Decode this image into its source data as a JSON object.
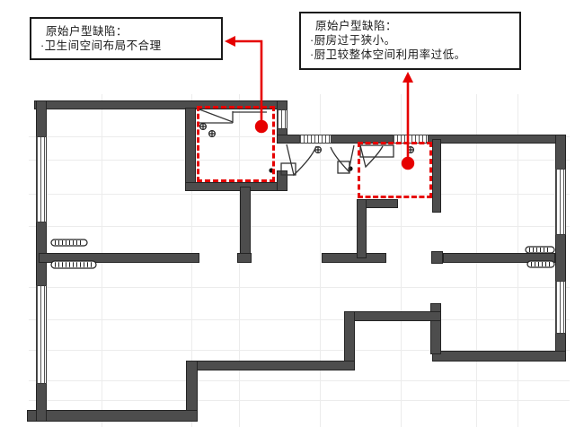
{
  "callouts": {
    "bathroom": {
      "title": "原始户型缺陷：",
      "item1": "·卫生间空间布局不合理"
    },
    "kitchen": {
      "title": "原始户型缺陷：",
      "item1": "·厨房过于狭小。",
      "item2": "·厨卫较整体空间利用率过低。"
    }
  },
  "colors": {
    "accent_red": "#e60000",
    "wall_gray": "#4d4d4d",
    "callout_border": "#1a1a1a",
    "text": "#1a1a1a",
    "grid": "#ececec"
  }
}
